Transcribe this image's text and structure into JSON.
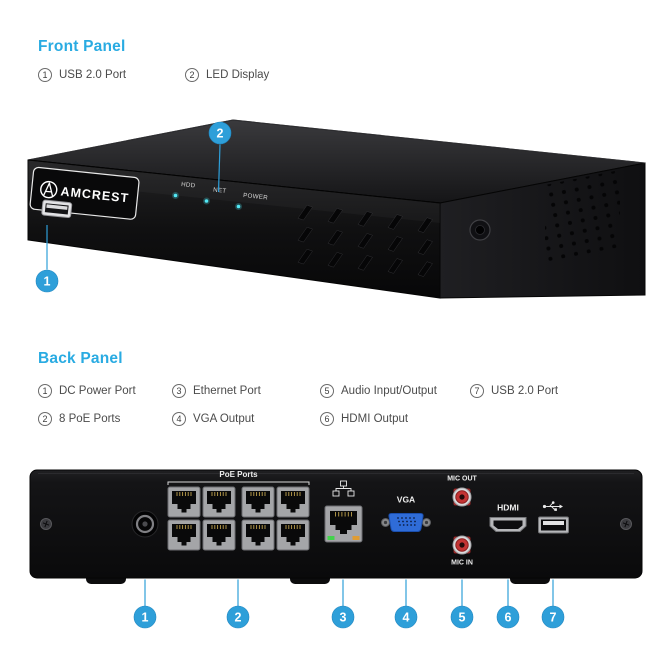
{
  "colors": {
    "accent": "#29abe2",
    "badge": "#2e9fd9"
  },
  "front": {
    "title": "Front Panel",
    "legend": [
      {
        "num": "1",
        "label": "USB 2.0 Port"
      },
      {
        "num": "2",
        "label": "LED Display"
      }
    ],
    "device": {
      "brand": "AMCREST",
      "led_hdd": "HDD",
      "led_net": "NET",
      "led_power": "POWER"
    },
    "callouts": [
      "1",
      "2"
    ]
  },
  "back": {
    "title": "Back Panel",
    "legend": [
      {
        "num": "1",
        "label": "DC Power Port"
      },
      {
        "num": "3",
        "label": "Ethernet Port"
      },
      {
        "num": "5",
        "label": "Audio Input/Output"
      },
      {
        "num": "7",
        "label": "USB 2.0 Port"
      },
      {
        "num": "2",
        "label": "8 PoE Ports"
      },
      {
        "num": "4",
        "label": "VGA Output"
      },
      {
        "num": "6",
        "label": "HDMI Output"
      }
    ],
    "panel_labels": {
      "poe": "PoE Ports",
      "vga": "VGA",
      "mic_out": "MIC OUT",
      "mic_in": "MIC IN",
      "hdmi": "HDMI"
    },
    "callouts": [
      "1",
      "2",
      "3",
      "4",
      "5",
      "6",
      "7"
    ]
  }
}
